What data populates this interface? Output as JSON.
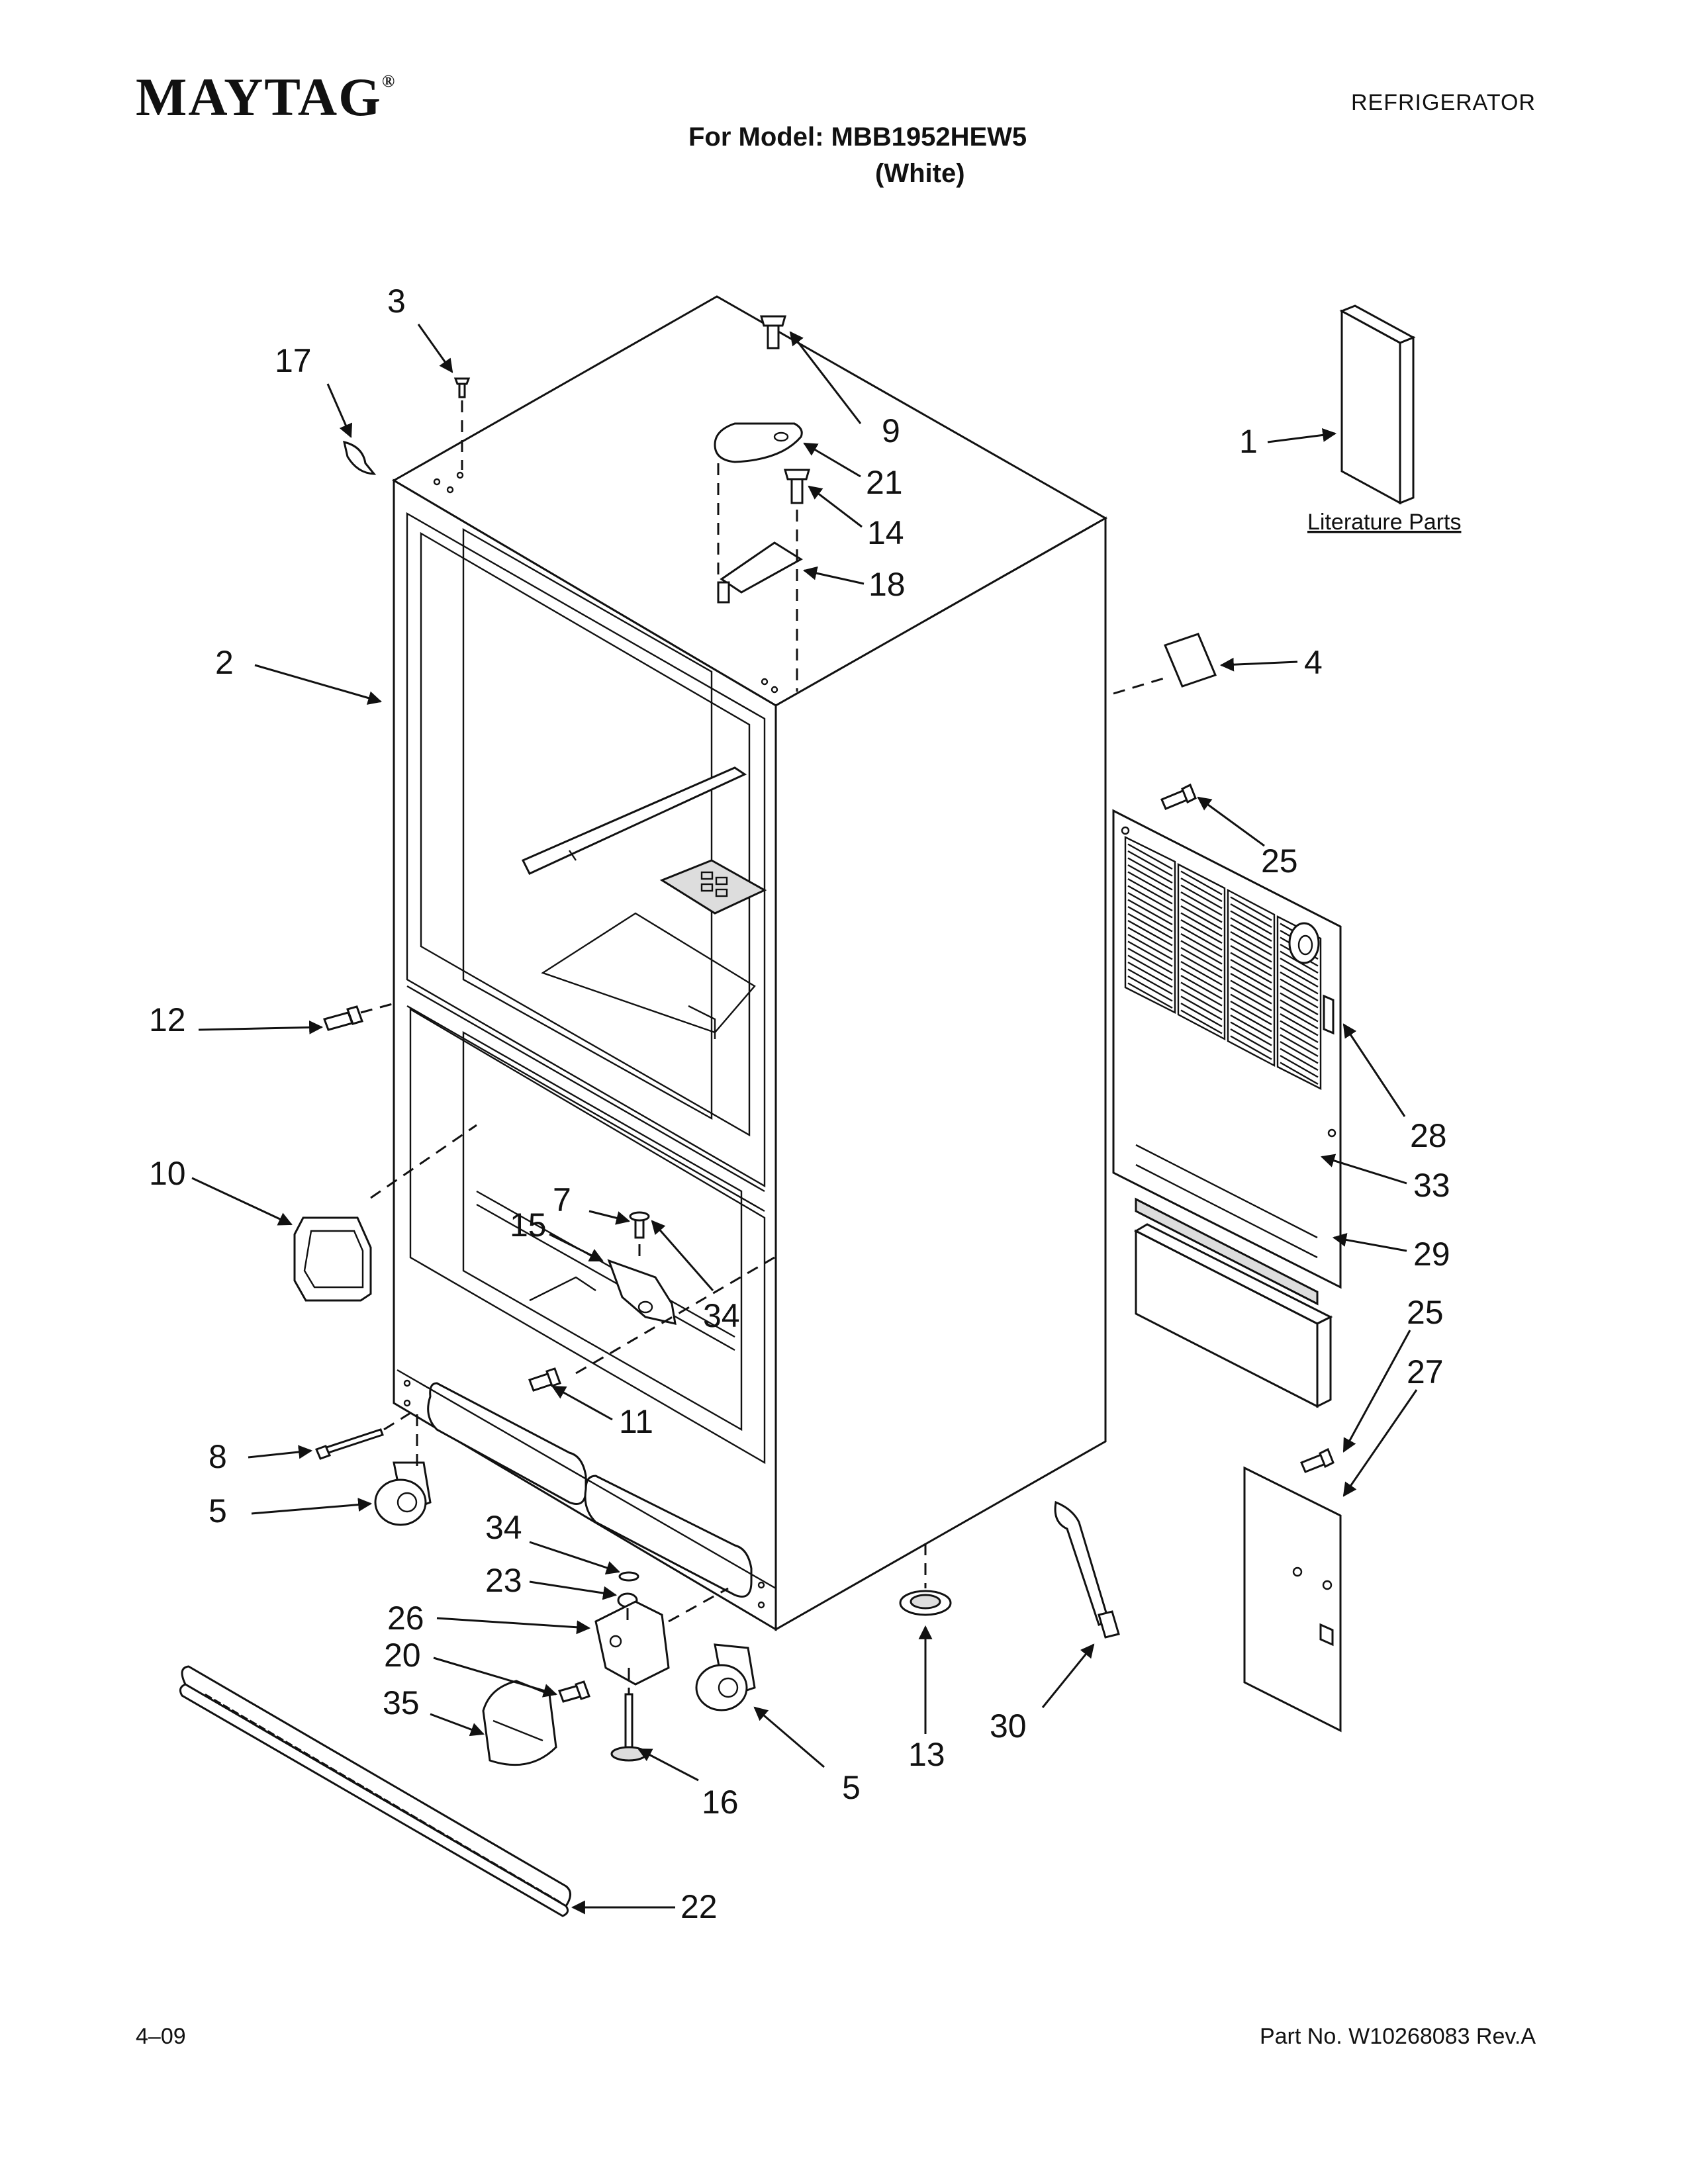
{
  "header": {
    "brand": "MAYTAG",
    "brand_mark": "®",
    "category": "REFRIGERATOR",
    "model_line": "For Model: MBB1952HEW5",
    "color_line": "(White)"
  },
  "diagram": {
    "literature_label": "Literature Parts",
    "callouts": [
      {
        "key": "c3",
        "label": "3"
      },
      {
        "key": "c17",
        "label": "17"
      },
      {
        "key": "c9",
        "label": "9"
      },
      {
        "key": "c21",
        "label": "21"
      },
      {
        "key": "c14",
        "label": "14"
      },
      {
        "key": "c18",
        "label": "18"
      },
      {
        "key": "c1",
        "label": "1"
      },
      {
        "key": "c2",
        "label": "2"
      },
      {
        "key": "c4",
        "label": "4"
      },
      {
        "key": "c25a",
        "label": "25"
      },
      {
        "key": "c12",
        "label": "12"
      },
      {
        "key": "c28",
        "label": "28"
      },
      {
        "key": "c10",
        "label": "10"
      },
      {
        "key": "c33",
        "label": "33"
      },
      {
        "key": "c7",
        "label": "7"
      },
      {
        "key": "c15",
        "label": "15"
      },
      {
        "key": "c29",
        "label": "29"
      },
      {
        "key": "c34a",
        "label": "34"
      },
      {
        "key": "c25b",
        "label": "25"
      },
      {
        "key": "c27",
        "label": "27"
      },
      {
        "key": "c11",
        "label": "11"
      },
      {
        "key": "c8",
        "label": "8"
      },
      {
        "key": "c5a",
        "label": "5"
      },
      {
        "key": "c34b",
        "label": "34"
      },
      {
        "key": "c23",
        "label": "23"
      },
      {
        "key": "c26",
        "label": "26"
      },
      {
        "key": "c20",
        "label": "20"
      },
      {
        "key": "c35",
        "label": "35"
      },
      {
        "key": "c30",
        "label": "30"
      },
      {
        "key": "c13",
        "label": "13"
      },
      {
        "key": "c16",
        "label": "16"
      },
      {
        "key": "c5b",
        "label": "5"
      },
      {
        "key": "c22",
        "label": "22"
      }
    ]
  },
  "footer": {
    "date": "4–09",
    "part_no": "Part No. W10268083 Rev.A"
  }
}
